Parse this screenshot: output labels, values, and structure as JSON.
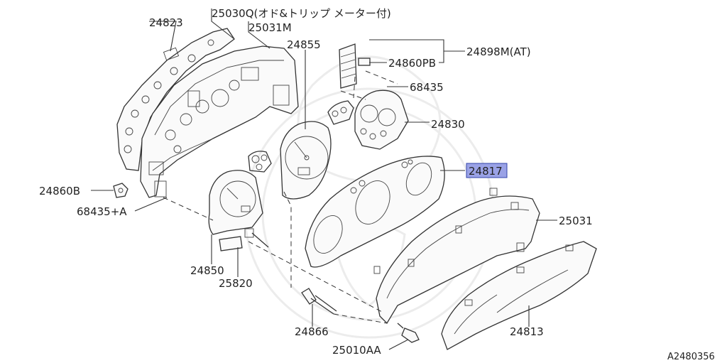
{
  "diagram": {
    "labels": {
      "p24823": "24823",
      "p25030q": "25030Q(オド&トリップ メーター付)",
      "p25031m": "25031M",
      "p24855": "24855",
      "p24898m": "24898M(AT)",
      "p24860pb": "24860PB",
      "p68435": "68435",
      "p24830": "24830",
      "p24817": "24817",
      "p25031": "25031",
      "p24860b": "24860B",
      "p68435a": "68435+A",
      "p24850": "24850",
      "p25820": "25820",
      "p24866": "24866",
      "p24813": "24813",
      "p25010aa": "25010AA",
      "ref_code": "A2480356"
    },
    "highlight_color": "#9aa2e6"
  }
}
